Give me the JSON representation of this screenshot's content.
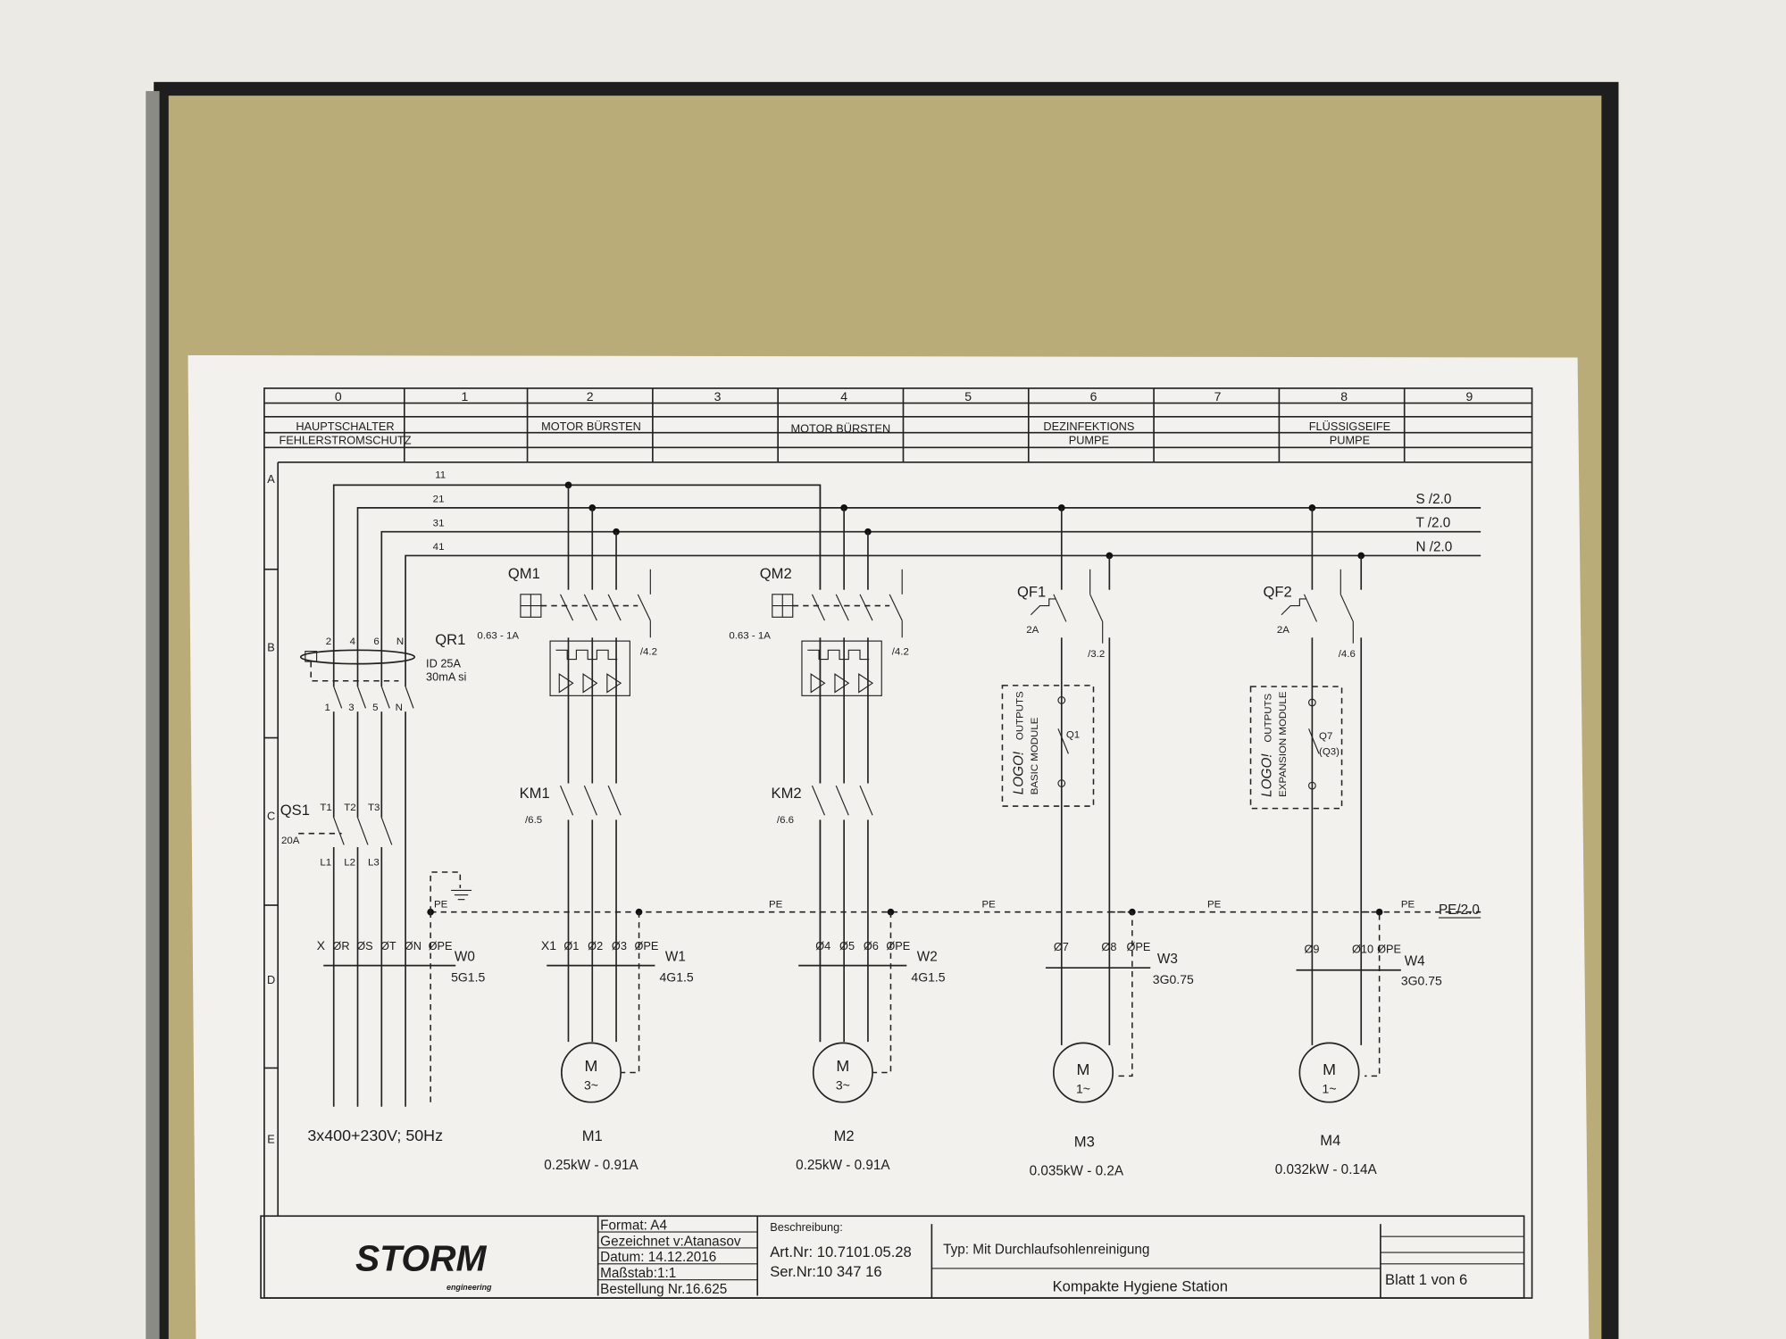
{
  "colors": {
    "wall": "#ecebe6",
    "folder_board": "#b7aa78",
    "folder_edge": "#1e1e1e",
    "paper": "#f2f1ed",
    "ink": "#1c1c1c"
  },
  "header": {
    "columns": [
      "0",
      "1",
      "2",
      "3",
      "4",
      "5",
      "6",
      "7",
      "8",
      "9"
    ],
    "sections": [
      {
        "line1": "HAUPTSCHALTER",
        "line2": "FEHLERSTROMSCHUTZ"
      },
      {
        "line1": "MOTOR BÜRSTEN",
        "line2": ""
      },
      {
        "line1": "MOTOR BÜRSTEN",
        "line2": ""
      },
      {
        "line1": "DEZINFEKTIONS",
        "line2": "PUMPE"
      },
      {
        "line1": "FLÜSSIGSEIFE",
        "line2": "PUMPE"
      }
    ]
  },
  "rows": [
    "A",
    "B",
    "C",
    "D",
    "E"
  ],
  "bus": {
    "wire_numbers": [
      "11",
      "21",
      "31",
      "41"
    ],
    "refs": [
      "S /2.0",
      "T /2.0",
      "N /2.0"
    ],
    "pe_ref": "PE/2.0",
    "pe_label": "PE"
  },
  "main_switch": {
    "rcd": "QR1",
    "rcd_rating": "ID 25A",
    "rcd_sensitivity": "30mA si",
    "rcd_top_terminals": [
      "2",
      "4",
      "6",
      "N"
    ],
    "rcd_bottom_terminals": [
      "1",
      "3",
      "5",
      "N"
    ],
    "breaker": "QS1",
    "breaker_rating": "20A",
    "breaker_top": [
      "T1",
      "T2",
      "T3"
    ],
    "breaker_bottom": [
      "L1",
      "L2",
      "L3"
    ],
    "terminal_strip": "X",
    "terminals": [
      "ØR",
      "ØS",
      "ØT",
      "ØN",
      "ØPE"
    ],
    "cable": "W0",
    "cable_type": "5G1.5",
    "supply": "3x400+230V; 50Hz"
  },
  "motors": [
    {
      "breaker": "QM1",
      "breaker_range": "0.63 - 1A",
      "aux_ref": "/4.2",
      "contactor": "KM1",
      "contactor_ref": "/6.5",
      "terminal_strip": "X1",
      "terminals": [
        "Ø1",
        "Ø2",
        "Ø3",
        "ØPE"
      ],
      "cable": "W1",
      "cable_type": "4G1.5",
      "symbol": "M",
      "phase": "3~",
      "name": "M1",
      "rating": "0.25kW  -  0.91A"
    },
    {
      "breaker": "QM2",
      "breaker_range": "0.63 - 1A",
      "aux_ref": "/4.2",
      "contactor": "KM2",
      "contactor_ref": "/6.6",
      "terminal_strip": "",
      "terminals": [
        "Ø4",
        "Ø5",
        "Ø6",
        "ØPE"
      ],
      "cable": "W2",
      "cable_type": "4G1.5",
      "symbol": "M",
      "phase": "3~",
      "name": "M2",
      "rating": "0.25kW  -  0.91A"
    }
  ],
  "pumps": [
    {
      "breaker": "QF1",
      "breaker_rating": "2A",
      "aux_ref": "/3.2",
      "logo_title": "LOGO!",
      "logo_sub1": "OUTPUTS",
      "logo_sub2": "BASIC MODULE",
      "output": "Q1",
      "output_alt": "",
      "terminals": [
        "Ø7",
        "Ø8",
        "ØPE"
      ],
      "cable": "W3",
      "cable_type": "3G0.75",
      "symbol": "M",
      "phase": "1~",
      "name": "M3",
      "rating": "0.035kW  -  0.2A"
    },
    {
      "breaker": "QF2",
      "breaker_rating": "2A",
      "aux_ref": "/4.6",
      "logo_title": "LOGO!",
      "logo_sub1": "OUTPUTS",
      "logo_sub2": "EXPANSION MODULE",
      "output": "Q7",
      "output_alt": "(Q3)",
      "terminals": [
        "Ø9",
        "Ø10",
        "ØPE"
      ],
      "cable": "W4",
      "cable_type": "3G0.75",
      "symbol": "M",
      "phase": "1~",
      "name": "M4",
      "rating": "0.032kW  -  0.14A"
    }
  ],
  "title_block": {
    "logo": "STORM",
    "logo_sub": "engineering",
    "format": "Format: A4",
    "drawn_by": "Gezeichnet  v:Atanasov",
    "date": "Datum:  14.12.2016",
    "scale": "Maßstab:1:1",
    "order": "Bestellung Nr.16.625",
    "description_label": "Beschreibung:",
    "art_nr": "Art.Nr:  10.7101.05.28",
    "ser_nr": "Ser.Nr:10 347 16",
    "type": "Typ: Mit Durchlaufsohlenreinigung",
    "title": "Kompakte Hygiene Station",
    "sheet": "Blatt   1    von   6"
  }
}
